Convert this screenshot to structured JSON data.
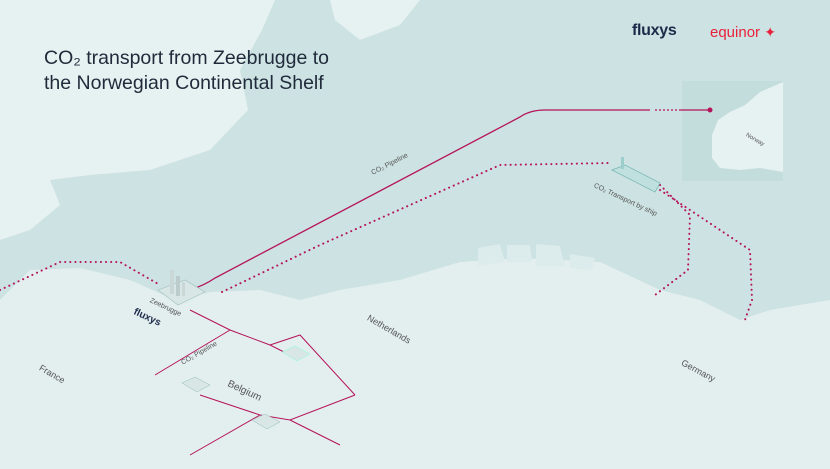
{
  "title": {
    "line1": "CO₂ transport from Zeebrugge to",
    "line2": "the Norwegian Continental Shelf"
  },
  "logos": {
    "fluxys": "fluxys",
    "equinor": "equinor",
    "fluxys_small": "fluxys"
  },
  "labels": {
    "pipeline_sea": "CO₂ Pipeline",
    "ship": "CO₂ Transport by ship",
    "norway": "Norway",
    "zeebrugge": "Zeebrugge",
    "netherlands": "Netherlands",
    "france": "France",
    "belgium": "Belgium",
    "germany": "Germany",
    "pipeline_land": "CO₂ Pipeline"
  },
  "colors": {
    "sea": "#cde2e2",
    "land": "#e3efef",
    "route": "#b5135a",
    "equinor": "#e8213a",
    "fluxys": "#1c2a4a"
  }
}
